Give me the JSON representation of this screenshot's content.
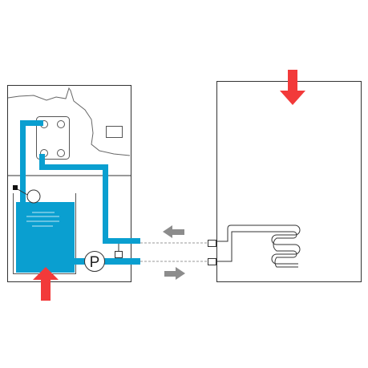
{
  "diagram": {
    "pump_label": "P",
    "colors": {
      "water": "#0a9fd0",
      "heat_arrow": "#f23a3a",
      "flow_arrow": "#8c8c8c",
      "outline": "#333333",
      "background": "#ffffff"
    },
    "icons": {
      "heat_in": "red-arrow-up",
      "heat_out": "red-arrow-down",
      "flow_left": "gray-arrow-left",
      "flow_right": "gray-arrow-right"
    }
  }
}
